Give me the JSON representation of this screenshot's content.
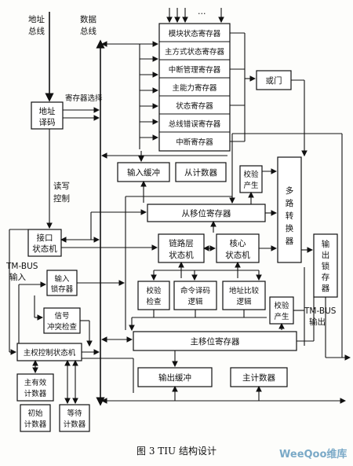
{
  "caption": "图 3    TIU 结构设计",
  "watermark": "WeeQoo维库",
  "labels": {
    "addr_bus": [
      "地址",
      "总线"
    ],
    "data_bus": [
      "数据",
      "总线"
    ],
    "reg_select": "寄存器选择",
    "rw_ctrl": [
      "读写",
      "控制"
    ],
    "tmbus_in": [
      "TM-BUS",
      "输入"
    ],
    "tmbus_out": [
      "TM-BUS",
      "输出"
    ],
    "dots": "…"
  },
  "registers": [
    "模块状态寄存器",
    "主方式状态寄存器",
    "中断管理寄存器",
    "主能力寄存器",
    "状态寄存器",
    "总线错误寄存器",
    "中断寄存器"
  ],
  "blocks": {
    "addr_decode": [
      "地址",
      "译码"
    ],
    "or_gate": "或门",
    "input_buffer": "输入缓冲",
    "slave_counter": "从计数器",
    "check_gen1": [
      "校验",
      "产生"
    ],
    "mux": [
      "多",
      "路",
      "转",
      "换",
      "器"
    ],
    "slave_shift": "从移位寄存器",
    "iface_fsm": [
      "接口",
      "状态机"
    ],
    "link_fsm": [
      "链路层",
      "状态机"
    ],
    "core_fsm": [
      "核心",
      "状态机"
    ],
    "out_latch": [
      "输",
      "出",
      "锁",
      "存",
      "器"
    ],
    "in_latch": [
      "输入",
      "锁存器"
    ],
    "check_check": [
      "校验",
      "检查"
    ],
    "cmd_decode": [
      "命令译码",
      "逻辑"
    ],
    "addr_compare": [
      "地址比较",
      "逻辑"
    ],
    "sig_conflict": [
      "信号",
      "冲突检查"
    ],
    "check_gen2": [
      "校验",
      "产生"
    ],
    "master_shift": "主移位寄存器",
    "master_ctrl_fsm": "主权控制状态机",
    "output_buffer": "输出缓冲",
    "master_counter": "主计数器",
    "master_valid_counter": [
      "主有效",
      "计数器"
    ],
    "init_counter": [
      "初始",
      "计数器"
    ],
    "wait_counter": [
      "等待",
      "计数器"
    ]
  }
}
